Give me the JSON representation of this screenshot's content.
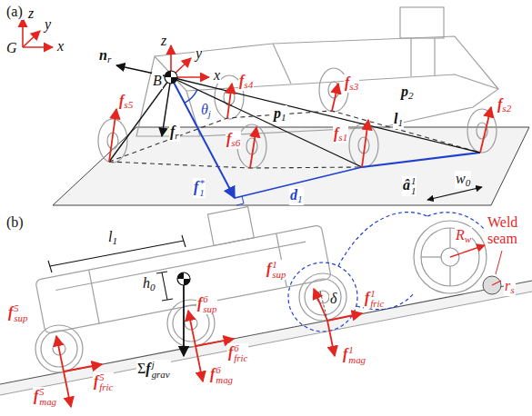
{
  "diagram": {
    "labels": [
      "(a)",
      "z",
      "y",
      "G",
      "x",
      "z",
      "B",
      "y",
      "x",
      "nr",
      "fs4",
      "θj",
      "fs3",
      "p2",
      "fs5",
      "fr",
      "p1",
      "l1",
      "fs2",
      "fs6",
      "fs1",
      "w0",
      "f*1",
      "d1",
      "â11",
      "(b)",
      "l1",
      "h0",
      "f6sup",
      "f1sup",
      "f1fric",
      "δ",
      "Rw",
      "Weld seam",
      "f5sup",
      "f6fric",
      "f1mag",
      "f5fric",
      "f6mag",
      "Σfjgrav",
      "rs",
      "f5mag"
    ]
  }
}
